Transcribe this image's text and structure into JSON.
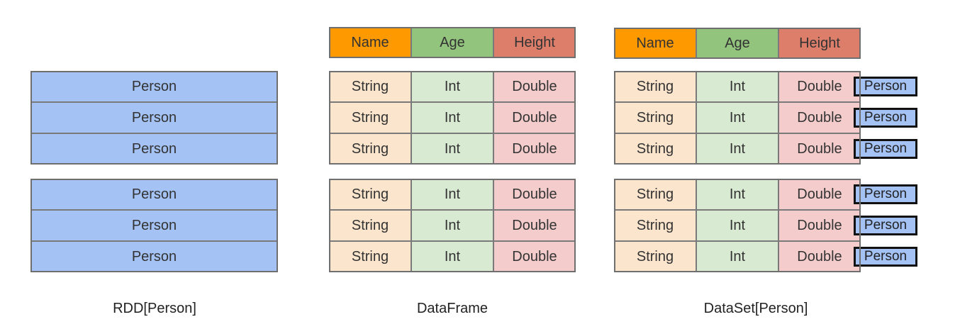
{
  "rdd": {
    "row_label": "Person",
    "rows_per_group": 3,
    "group_count": 2,
    "caption": "RDD[Person]"
  },
  "dataframe": {
    "header": [
      "Name",
      "Age",
      "Height"
    ],
    "row_values": [
      "String",
      "Int",
      "Double"
    ],
    "caption": "DataFrame"
  },
  "dataset": {
    "header": [
      "Name",
      "Age",
      "Height"
    ],
    "row_values": [
      "String",
      "Int",
      "Double"
    ],
    "row_tag": "Person",
    "caption": "DataSet[Person]"
  },
  "colors": {
    "rdd_fill": "#a4c2f4",
    "header_name": "#ff9900",
    "header_age": "#93c47d",
    "header_height": "#dd7e6b",
    "cell_string": "#fce5cd",
    "cell_int": "#d9ead3",
    "cell_double": "#f4cccc",
    "tag_fill": "#a4c2f4"
  }
}
